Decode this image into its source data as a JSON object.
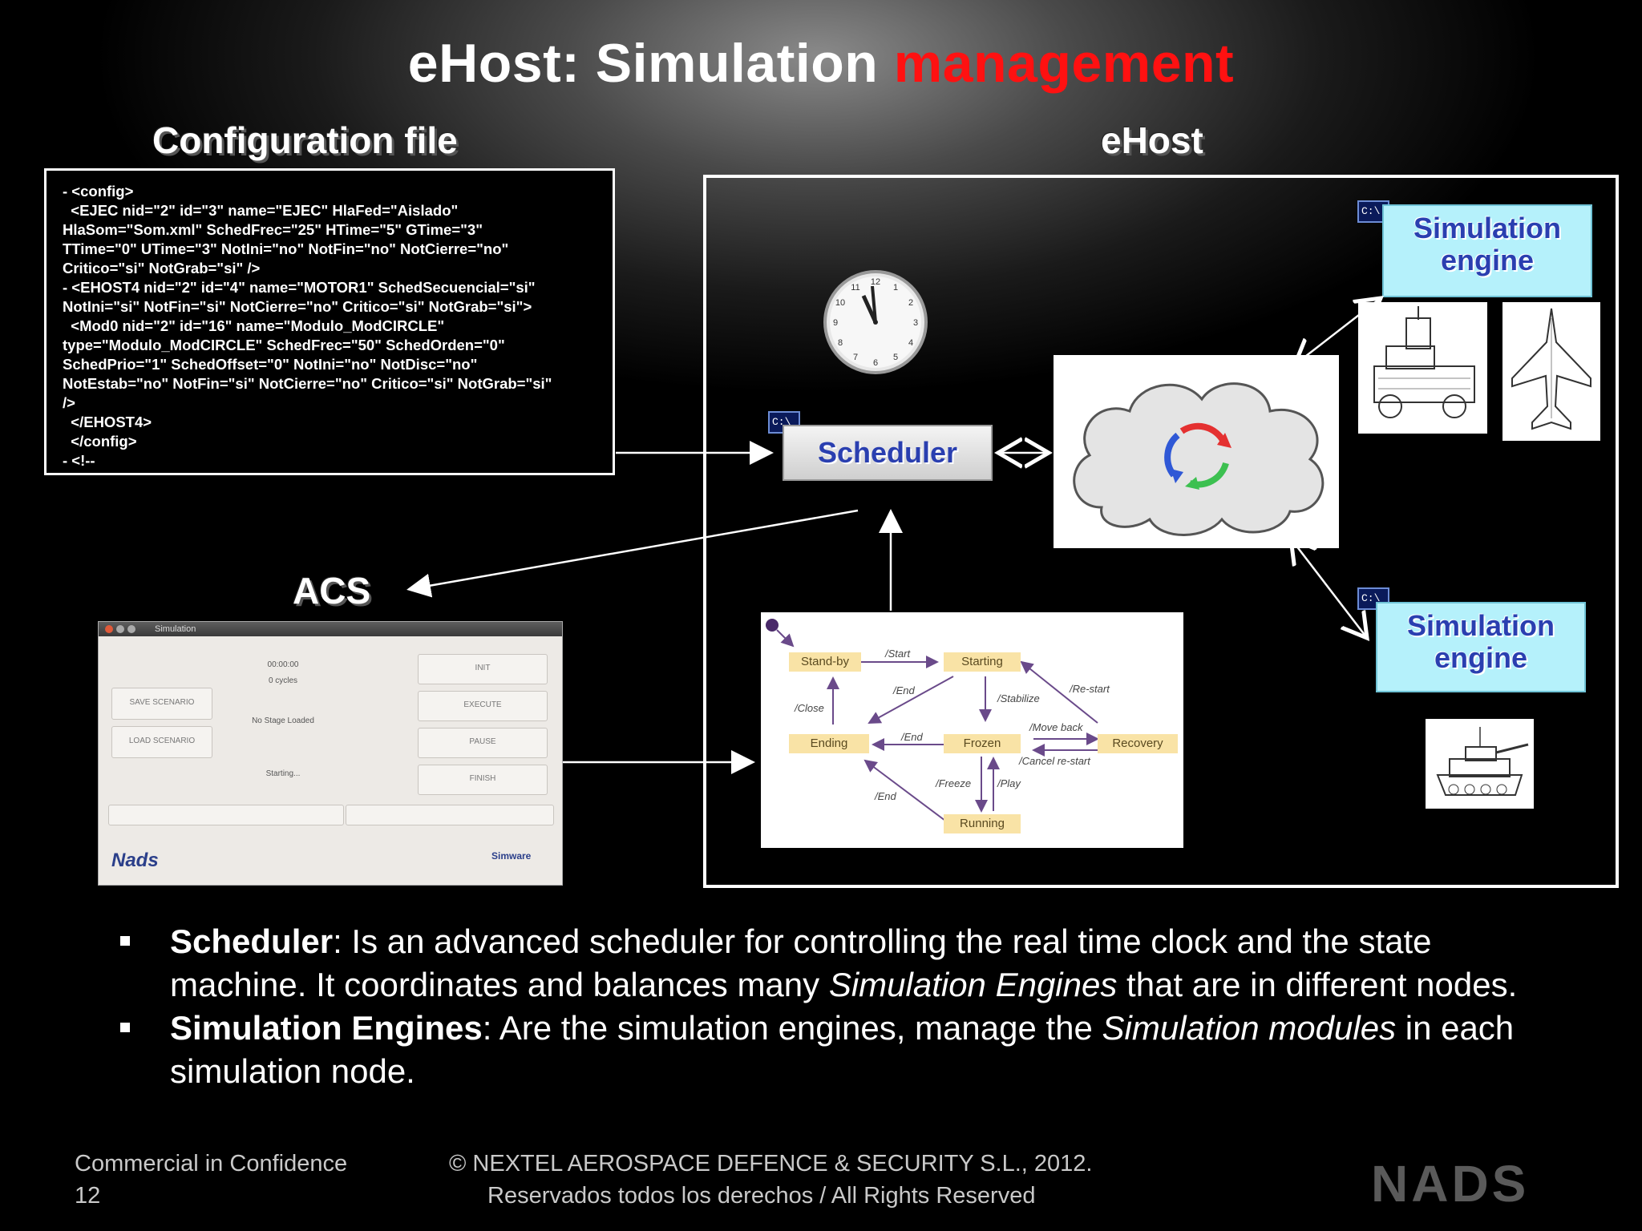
{
  "slide": {
    "title_main": "eHost: Simulation ",
    "title_highlight": "management",
    "config_heading": "Configuration file",
    "ehost_heading": "eHost",
    "acs_heading": "ACS"
  },
  "config_file": {
    "lines": [
      "- <config>",
      "  <EJEC nid=\"2\" id=\"3\" name=\"EJEC\" HlaFed=\"Aislado\"",
      "HlaSom=\"Som.xml\" SchedFrec=\"25\" HTime=\"5\" GTime=\"3\"",
      "TTime=\"0\" UTime=\"3\" NotIni=\"no\" NotFin=\"no\" NotCierre=\"no\"",
      "Critico=\"si\" NotGrab=\"si\" />",
      "- <EHOST4 nid=\"2\" id=\"4\" name=\"MOTOR1\" SchedSecuencial=\"si\"",
      "NotIni=\"si\" NotFin=\"si\" NotCierre=\"no\" Critico=\"si\" NotGrab=\"si\">",
      "  <Mod0 nid=\"2\" id=\"16\" name=\"Modulo_ModCIRCLE\"",
      "type=\"Modulo_ModCIRCLE\" SchedFrec=\"50\" SchedOrden=\"0\"",
      "SchedPrio=\"1\" SchedOffset=\"0\" NotIni=\"no\" NotDisc=\"no\"",
      "NotEstab=\"no\" NotFin=\"si\" NotCierre=\"no\" Critico=\"si\" NotGrab=\"si\"",
      "/>",
      "  </EHOST4>",
      "  </config>",
      "- <!--"
    ]
  },
  "diagram": {
    "scheduler_label": "Scheduler",
    "engine_top_label": "Simulation engine",
    "engine_bottom_label": "Simulation engine",
    "cmd_icon_text": "C:\\"
  },
  "state_machine": {
    "states": [
      "Stand-by",
      "Starting",
      "Ending",
      "Frozen",
      "Recovery",
      "Running"
    ],
    "transitions": [
      "/Start",
      "/End",
      "/Stabilize",
      "/Re-start",
      "/Close",
      "/End",
      "/Move back",
      "/Cancel re-start",
      "/Freeze",
      "/Play",
      "/End"
    ]
  },
  "acs_window": {
    "title": "Simulation",
    "time": "00:00:00",
    "cycles": "0 cycles",
    "stage": "No Stage Loaded",
    "status": "Starting...",
    "left_buttons": [
      "SAVE SCENARIO",
      "LOAD SCENARIO"
    ],
    "right_buttons": [
      "INIT",
      "EXECUTE",
      "PAUSE",
      "FINISH"
    ],
    "brand_left": "Nads",
    "brand_right": "Simware"
  },
  "bullets": [
    {
      "term": "Scheduler",
      "text_a": ": Is an advanced scheduler for controlling the real time clock and the state machine. It coordinates and balances many ",
      "emph": "Simulation Engines",
      "text_b": " that are in different nodes."
    },
    {
      "term": "Simulation Engines",
      "text_a": ": Are the simulation engines, manage the ",
      "emph": "Simulation modules",
      "text_b": " in each simulation node."
    }
  ],
  "footer": {
    "confidentiality": "Commercial in Confidence",
    "page_number": "12",
    "copyright_line1": "© NEXTEL AEROSPACE DEFENCE & SECURITY S.L., 2012.",
    "copyright_line2": "Reservados todos los derechos / All Rights Reserved",
    "logo_text": "NADS"
  },
  "colors": {
    "title_highlight": "#ff1111",
    "engine_box_fill": "#b5f1fb",
    "label_blue": "#2a3fb0",
    "state_fill": "#f9e3a6",
    "background": "#000000"
  }
}
